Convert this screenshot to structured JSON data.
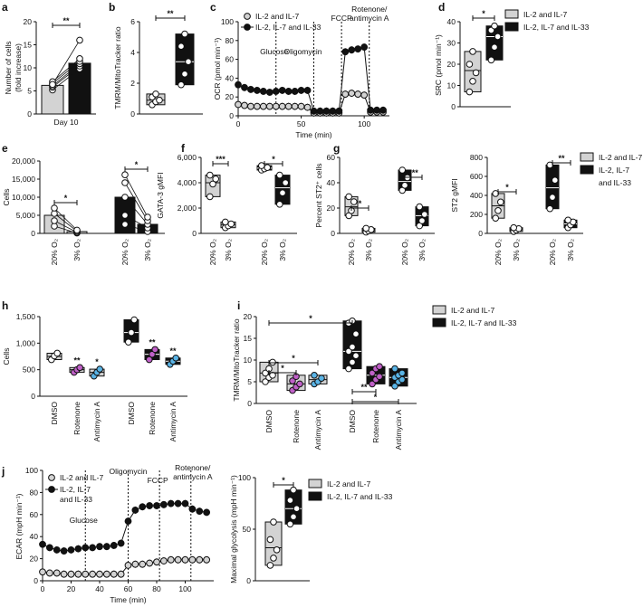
{
  "colors": {
    "light": "#d3d3d3",
    "dark": "#111111",
    "white": "#ffffff",
    "pink": "#c060c8",
    "blue": "#5ab4e6",
    "line": "#111111"
  },
  "chart_data": [
    {
      "id": "a",
      "panel_label": "a",
      "type": "bar",
      "ylabel": [
        "Number of cells",
        "(fold increase)"
      ],
      "xlabel": "Day 10",
      "ylim": [
        0,
        20
      ],
      "yticks": [
        "0",
        "5",
        "10",
        "15",
        "20"
      ],
      "series": [
        {
          "values": [
            6.2
          ]
        },
        {
          "values": [
            11
          ]
        }
      ],
      "points": [
        [
          5.2,
          5.8,
          6.1,
          6.6,
          7.0,
          6.4
        ],
        [
          9.8,
          10.4,
          10.9,
          11.4,
          12.0,
          16.0
        ]
      ],
      "sig": [
        {
          "label": "**"
        }
      ]
    },
    {
      "id": "b",
      "panel_label": "b",
      "type": "box",
      "ylabel": "TMRM/MitoTracker ratio",
      "ylim": [
        0,
        6
      ],
      "yticks": [
        "0",
        "2",
        "4",
        "6"
      ],
      "groups": [
        {
          "box": [
            0.6,
            1.3
          ],
          "median": 0.9,
          "pts": [
            0.6,
            0.8,
            0.9,
            1.1,
            1.3
          ]
        },
        {
          "box": [
            1.9,
            5.2
          ],
          "median": 3.4,
          "pts": [
            1.9,
            2.6,
            3.4,
            4.4,
            5.2
          ]
        }
      ],
      "sig": [
        {
          "label": "**"
        }
      ]
    },
    {
      "id": "c",
      "panel_label": "c",
      "type": "line",
      "ylabel": "OCR (pmol min⁻¹)",
      "xlabel": "Time (min)",
      "xlim": [
        0,
        120
      ],
      "ylim": [
        0,
        100
      ],
      "xticks": [
        "0",
        "50",
        "100"
      ],
      "yticks": [
        "0",
        "20",
        "40",
        "60",
        "80",
        "100"
      ],
      "x": [
        0,
        5,
        10,
        15,
        20,
        25,
        30,
        35,
        40,
        45,
        50,
        55,
        60,
        65,
        70,
        75,
        80,
        85,
        90,
        95,
        100,
        105,
        110,
        115
      ],
      "series": [
        {
          "name": "IL-2 and IL-7",
          "values": [
            12,
            11,
            10,
            10,
            10,
            10,
            10,
            10,
            10,
            10,
            10,
            9,
            3,
            3,
            3,
            3,
            3,
            23,
            24,
            23,
            22,
            4,
            4,
            4
          ]
        },
        {
          "name": "IL-2, IL-7 and IL-33",
          "values": [
            33,
            30,
            28,
            27,
            26,
            25,
            26,
            27,
            26,
            26,
            27,
            27,
            5,
            5,
            5,
            5,
            5,
            68,
            70,
            71,
            73,
            6,
            6,
            6
          ]
        }
      ],
      "injections": [
        {
          "label": "Glucose",
          "x": 30
        },
        {
          "label": "Oligomycin",
          "x": 60
        },
        {
          "label": "FCCP",
          "x": 82
        },
        {
          "label": "Rotenone/",
          "label2": "antimycin A",
          "x": 104
        }
      ]
    },
    {
      "id": "d",
      "panel_label": "d",
      "type": "box",
      "ylabel": "SRC (pmol min⁻¹)",
      "ylim": [
        0,
        40
      ],
      "yticks": [
        "0",
        "10",
        "20",
        "30",
        "40"
      ],
      "groups": [
        {
          "box": [
            7,
            26
          ],
          "median": 17,
          "pts": [
            7,
            12,
            16,
            20,
            26
          ]
        },
        {
          "box": [
            22,
            38
          ],
          "median": 33,
          "pts": [
            22,
            28,
            33,
            36,
            38
          ]
        }
      ],
      "legend": [
        "IL-2 and IL-7",
        "IL-2, IL-7 and IL-33"
      ],
      "sig": [
        {
          "label": "*"
        }
      ]
    },
    {
      "id": "e",
      "panel_label": "e",
      "type": "paired-bar",
      "ylabel": "Cells",
      "ylim": [
        0,
        20000
      ],
      "yticks": [
        "0",
        "5,000",
        "10,000",
        "15,000",
        "20,000"
      ],
      "categories": [
        "20% O₂",
        "3% O₂",
        "20% O₂",
        "3% O₂"
      ],
      "bars": [
        5000,
        500,
        10000,
        2500
      ],
      "points": [
        [
          2000,
          3500,
          5500,
          7000
        ],
        [
          100,
          300,
          600,
          900
        ],
        [
          2500,
          5000,
          10000,
          14000,
          16200
        ],
        [
          500,
          1500,
          2500,
          3500,
          4500
        ]
      ],
      "sig": [
        {
          "label": "*"
        },
        {
          "label": "*"
        }
      ]
    },
    {
      "id": "f",
      "panel_label": "f",
      "type": "box",
      "ylabel": "GATA-3 gMFI",
      "ylim": [
        0,
        6000
      ],
      "yticks": [
        "0",
        "2,000",
        "4,000",
        "6,000"
      ],
      "categories": [
        "20% O₂",
        "3% O₂",
        "20% O₂",
        "3% O₂"
      ],
      "groups": [
        {
          "box": [
            2900,
            4600
          ],
          "median": 4000,
          "pts": [
            2900,
            3900,
            4300,
            4600
          ]
        },
        {
          "box": [
            450,
            900
          ],
          "median": 700,
          "pts": [
            450,
            600,
            750,
            900
          ]
        },
        {
          "box": [
            5000,
            5350
          ],
          "median": 5150,
          "pts": [
            5000,
            5100,
            5200,
            5350
          ]
        },
        {
          "box": [
            2300,
            4600
          ],
          "median": 3600,
          "pts": [
            2300,
            3200,
            4000,
            4600
          ]
        }
      ],
      "sig": [
        {
          "label": "***"
        },
        {
          "label": "*"
        }
      ]
    },
    {
      "id": "g1",
      "panel_label": "g",
      "type": "box",
      "ylabel": "Percent ST2⁺ cells",
      "ylim": [
        0,
        60
      ],
      "yticks": [
        "0",
        "20",
        "40",
        "60"
      ],
      "categories": [
        "20% O₂",
        "3% O₂",
        "20% O₂",
        "3% O₂"
      ],
      "groups": [
        {
          "box": [
            14,
            29
          ],
          "median": 21,
          "pts": [
            14,
            18,
            25,
            29
          ]
        },
        {
          "box": [
            1,
            4
          ],
          "median": 2.5,
          "pts": [
            1,
            2,
            3,
            4
          ]
        },
        {
          "box": [
            34,
            50
          ],
          "median": 41,
          "pts": [
            34,
            38,
            44,
            50
          ]
        },
        {
          "box": [
            6,
            21
          ],
          "median": 14,
          "pts": [
            6,
            10,
            15,
            21
          ]
        }
      ],
      "sig": [
        {
          "label": "*"
        },
        {
          "label": "***"
        }
      ]
    },
    {
      "id": "g2",
      "type": "box",
      "ylabel": "ST2 gMFI",
      "ylim": [
        0,
        800
      ],
      "yticks": [
        "0",
        "200",
        "400",
        "600",
        "800"
      ],
      "categories": [
        "20% O₂",
        "3% O₂",
        "20% O₂",
        "3% O₂"
      ],
      "groups": [
        {
          "box": [
            160,
            420
          ],
          "median": 290,
          "pts": [
            160,
            240,
            330,
            420
          ]
        },
        {
          "box": [
            20,
            60
          ],
          "median": 40,
          "pts": [
            20,
            35,
            50,
            60
          ]
        },
        {
          "box": [
            260,
            720
          ],
          "median": 480,
          "pts": [
            260,
            380,
            560,
            720
          ]
        },
        {
          "box": [
            60,
            140
          ],
          "median": 100,
          "pts": [
            60,
            90,
            120,
            140
          ]
        }
      ],
      "legend": [
        "IL-2 and IL-7",
        "IL-2, IL-7",
        "and IL-33"
      ],
      "sig": [
        {
          "label": "*"
        },
        {
          "label": "**"
        }
      ]
    },
    {
      "id": "h",
      "panel_label": "h",
      "type": "box",
      "ylabel": "Cells",
      "ylim": [
        0,
        1500
      ],
      "yticks": [
        "0",
        "500",
        "1,000",
        "1,500"
      ],
      "categories": [
        "DMSO",
        "Rotenone",
        "Antimycin A",
        "DMSO",
        "Rotenone",
        "Antimycin A"
      ],
      "groups": [
        {
          "box": [
            690,
            810
          ],
          "median": 750,
          "pts": [
            690,
            760,
            810
          ],
          "pc": "white"
        },
        {
          "box": [
            450,
            540
          ],
          "median": 500,
          "pts": [
            450,
            500,
            540
          ],
          "pc": "pink"
        },
        {
          "box": [
            380,
            510
          ],
          "median": 450,
          "pts": [
            380,
            450,
            510
          ],
          "pc": "blue"
        },
        {
          "box": [
            1020,
            1440
          ],
          "median": 1200,
          "pts": [
            1020,
            1200,
            1440
          ],
          "pc": "white"
        },
        {
          "box": [
            690,
            880
          ],
          "median": 790,
          "pts": [
            690,
            790,
            880
          ],
          "pc": "pink"
        },
        {
          "box": [
            600,
            720
          ],
          "median": 660,
          "pts": [
            600,
            660,
            720
          ],
          "pc": "blue"
        }
      ],
      "stars": [
        "",
        "**",
        "*",
        "",
        "**",
        "**"
      ]
    },
    {
      "id": "i",
      "panel_label": "i",
      "type": "box",
      "ylabel": "TMRM/MitoTracker ratio",
      "ylim": [
        0,
        20
      ],
      "yticks": [
        "0",
        "5",
        "10",
        "15",
        "20"
      ],
      "categories": [
        "DMSO",
        "Rotenone",
        "Antimycin A",
        "DMSO",
        "Rotenone",
        "Antimycin A"
      ],
      "groups": [
        {
          "box": [
            5,
            9.5
          ],
          "median": 7,
          "pts": [
            5,
            6,
            6.5,
            7,
            8,
            9.5
          ],
          "pc": "white"
        },
        {
          "box": [
            3,
            6.5
          ],
          "median": 4.5,
          "pts": [
            3,
            3.8,
            4.5,
            5.2,
            6.2
          ],
          "pc": "pink"
        },
        {
          "box": [
            4.5,
            6.5
          ],
          "median": 5.5,
          "pts": [
            4.5,
            5,
            5.8,
            6.5
          ],
          "pc": "blue"
        },
        {
          "box": [
            8,
            19
          ],
          "median": 12,
          "pts": [
            8,
            9.5,
            11,
            12,
            13,
            16,
            18.5,
            19
          ],
          "pc": "white"
        },
        {
          "box": [
            4.5,
            8.5
          ],
          "median": 6.5,
          "pts": [
            4.5,
            5.5,
            6.2,
            7,
            8,
            8.5
          ],
          "pc": "pink"
        },
        {
          "box": [
            4,
            8
          ],
          "median": 6,
          "pts": [
            4,
            5,
            5.5,
            6,
            6.5,
            7,
            8
          ],
          "pc": "blue"
        }
      ],
      "legend": [
        "IL-2 and IL-7",
        "IL-2, IL-7 and IL-33"
      ],
      "sig": [
        {
          "label": "*"
        },
        {
          "label": "*"
        },
        {
          "label": "*"
        },
        {
          "label": "**"
        },
        {
          "label": "*"
        }
      ]
    },
    {
      "id": "j1",
      "panel_label": "j",
      "type": "line",
      "ylabel": "ECAR (mpH min⁻¹)",
      "xlabel": "Time (min)",
      "xlim": [
        0,
        120
      ],
      "ylim": [
        0,
        100
      ],
      "xticks": [
        "0",
        "20",
        "40",
        "60",
        "80",
        "100"
      ],
      "yticks": [
        "0",
        "20",
        "40",
        "60",
        "80",
        "100"
      ],
      "x": [
        0,
        5,
        10,
        15,
        20,
        25,
        30,
        35,
        40,
        45,
        50,
        55,
        60,
        65,
        70,
        75,
        80,
        85,
        90,
        95,
        100,
        105,
        110,
        115
      ],
      "series": [
        {
          "name": "IL-2 and IL-7",
          "values": [
            8,
            7,
            7,
            6,
            6,
            6,
            6,
            6,
            6,
            6,
            6,
            6,
            14,
            15,
            15,
            16,
            17,
            18,
            19,
            19,
            19,
            19,
            19,
            19
          ]
        },
        {
          "name": "IL-2, IL-7",
          "name2": "and IL-33",
          "values": [
            33,
            30,
            28,
            27,
            28,
            29,
            30,
            30,
            31,
            31,
            32,
            34,
            54,
            64,
            67,
            68,
            68,
            69,
            70,
            70,
            70,
            65,
            63,
            62
          ]
        }
      ],
      "injections": [
        {
          "label": "Glucose",
          "x": 30
        },
        {
          "label": "Oligomycin",
          "x": 60
        },
        {
          "label": "FCCP",
          "x": 82
        },
        {
          "label": "Rotenone/",
          "label2": "antimycin A",
          "x": 104
        }
      ]
    },
    {
      "id": "j2",
      "type": "box",
      "ylabel": "Maximal glycolysis (mpH min⁻¹)",
      "ylim": [
        0,
        100
      ],
      "yticks": [
        "0",
        "50",
        "100"
      ],
      "groups": [
        {
          "box": [
            15,
            57
          ],
          "median": 32,
          "pts": [
            15,
            22,
            30,
            40,
            57
          ]
        },
        {
          "box": [
            55,
            88
          ],
          "median": 70,
          "pts": [
            55,
            62,
            70,
            78,
            88
          ]
        }
      ],
      "legend": [
        "IL-2 and IL-7",
        "IL-2, IL-7 and IL-33"
      ],
      "sig": [
        {
          "label": "*"
        }
      ]
    }
  ]
}
